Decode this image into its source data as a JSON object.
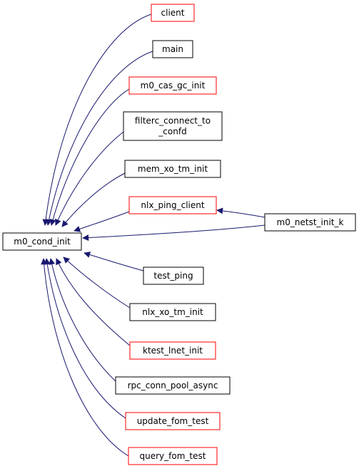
{
  "colors": {
    "edge": "#191970",
    "incomplete_border": "#ff0000",
    "complete_border": "#000000",
    "root_fill": "#bfbfbf"
  },
  "graph": {
    "root": {
      "label": "m0_cond_init"
    },
    "callers": [
      {
        "id": "client",
        "lines": [
          "client"
        ],
        "border": "incomplete"
      },
      {
        "id": "main",
        "lines": [
          "main"
        ],
        "border": "complete"
      },
      {
        "id": "m0-cas-gc-init",
        "lines": [
          "m0_cas_gc_init"
        ],
        "border": "incomplete"
      },
      {
        "id": "filterc-connect-to-confd",
        "lines": [
          "filterc_connect_to",
          "_confd"
        ],
        "border": "complete"
      },
      {
        "id": "mem-xo-tm-init",
        "lines": [
          "mem_xo_tm_init"
        ],
        "border": "complete"
      },
      {
        "id": "nlx-ping-client",
        "lines": [
          "nlx_ping_client"
        ],
        "border": "incomplete"
      },
      {
        "id": "test-ping",
        "lines": [
          "test_ping"
        ],
        "border": "complete"
      },
      {
        "id": "nlx-xo-tm-init",
        "lines": [
          "nlx_xo_tm_init"
        ],
        "border": "complete"
      },
      {
        "id": "ktest-lnet-init",
        "lines": [
          "ktest_lnet_init"
        ],
        "border": "incomplete"
      },
      {
        "id": "rpc-conn-pool-async",
        "lines": [
          "rpc_conn_pool_async"
        ],
        "border": "complete"
      },
      {
        "id": "update-fom-test",
        "lines": [
          "update_fom_test"
        ],
        "border": "incomplete"
      },
      {
        "id": "query-fom-test",
        "lines": [
          "query_fom_test"
        ],
        "border": "incomplete"
      }
    ],
    "second_level": [
      {
        "id": "m0-netst-init-k",
        "lines": [
          "m0_netst_init_k"
        ],
        "border": "complete",
        "calls": [
          "nlx-ping-client",
          "root"
        ]
      }
    ]
  }
}
